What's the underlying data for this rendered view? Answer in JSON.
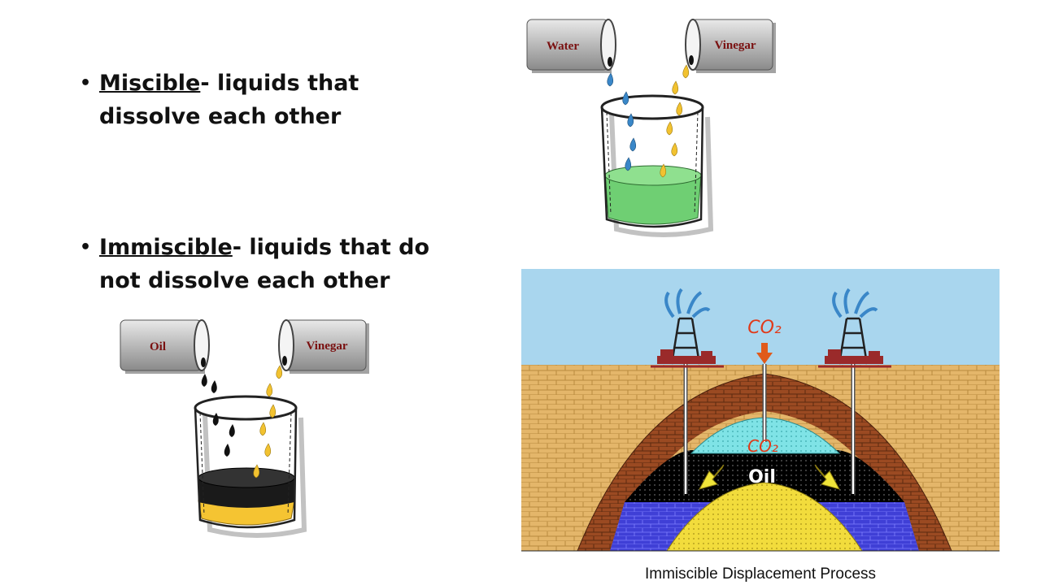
{
  "bullets": [
    {
      "term": "Miscible",
      "rest": "- liquids that dissolve each other"
    },
    {
      "term": "Immiscible",
      "rest": "- liquids that do not dissolve each other"
    }
  ],
  "miscible_figure": {
    "left_can": "Water",
    "right_can": "Vinegar",
    "colors": {
      "left_drop": "#3a87c8",
      "right_drop": "#f2c230",
      "liquid": "#6fcf73"
    }
  },
  "immiscible_figure": {
    "left_can": "Oil",
    "right_can": "Vinegar",
    "colors": {
      "left_drop": "#111111",
      "right_drop": "#f2c230",
      "top_layer": "#1a1a1a",
      "bottom_layer": "#f5c432"
    }
  },
  "displacement_figure": {
    "injected_label": "CO₂",
    "reservoir_gas_label": "CO₂",
    "oil_label": "Oil",
    "caption": "Immiscible Displacement Process",
    "colors": {
      "sky": "#a9d6ee",
      "sand": "#e4b66a",
      "cap_rock": "#9b4a22",
      "oil": "#000000",
      "co2": "#7fe3e6",
      "water": "#3f3fd6",
      "lower": "#f2dc3c",
      "arrow": "#f0e43a"
    }
  }
}
